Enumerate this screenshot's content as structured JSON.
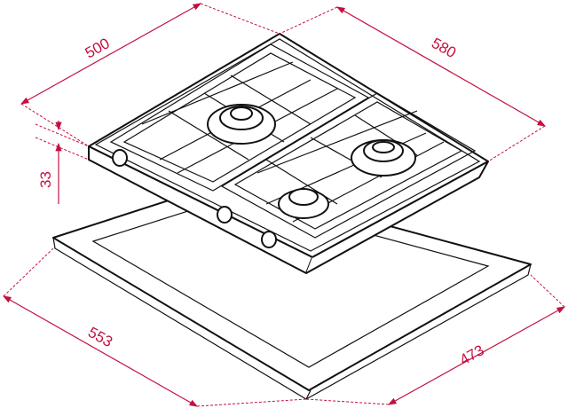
{
  "dimensions": {
    "width_top": "500",
    "depth_top": "580",
    "height": "33",
    "cutout_width": "553",
    "cutout_depth": "473"
  },
  "colors": {
    "dimension": "#c4103f",
    "outline": "#111111"
  }
}
